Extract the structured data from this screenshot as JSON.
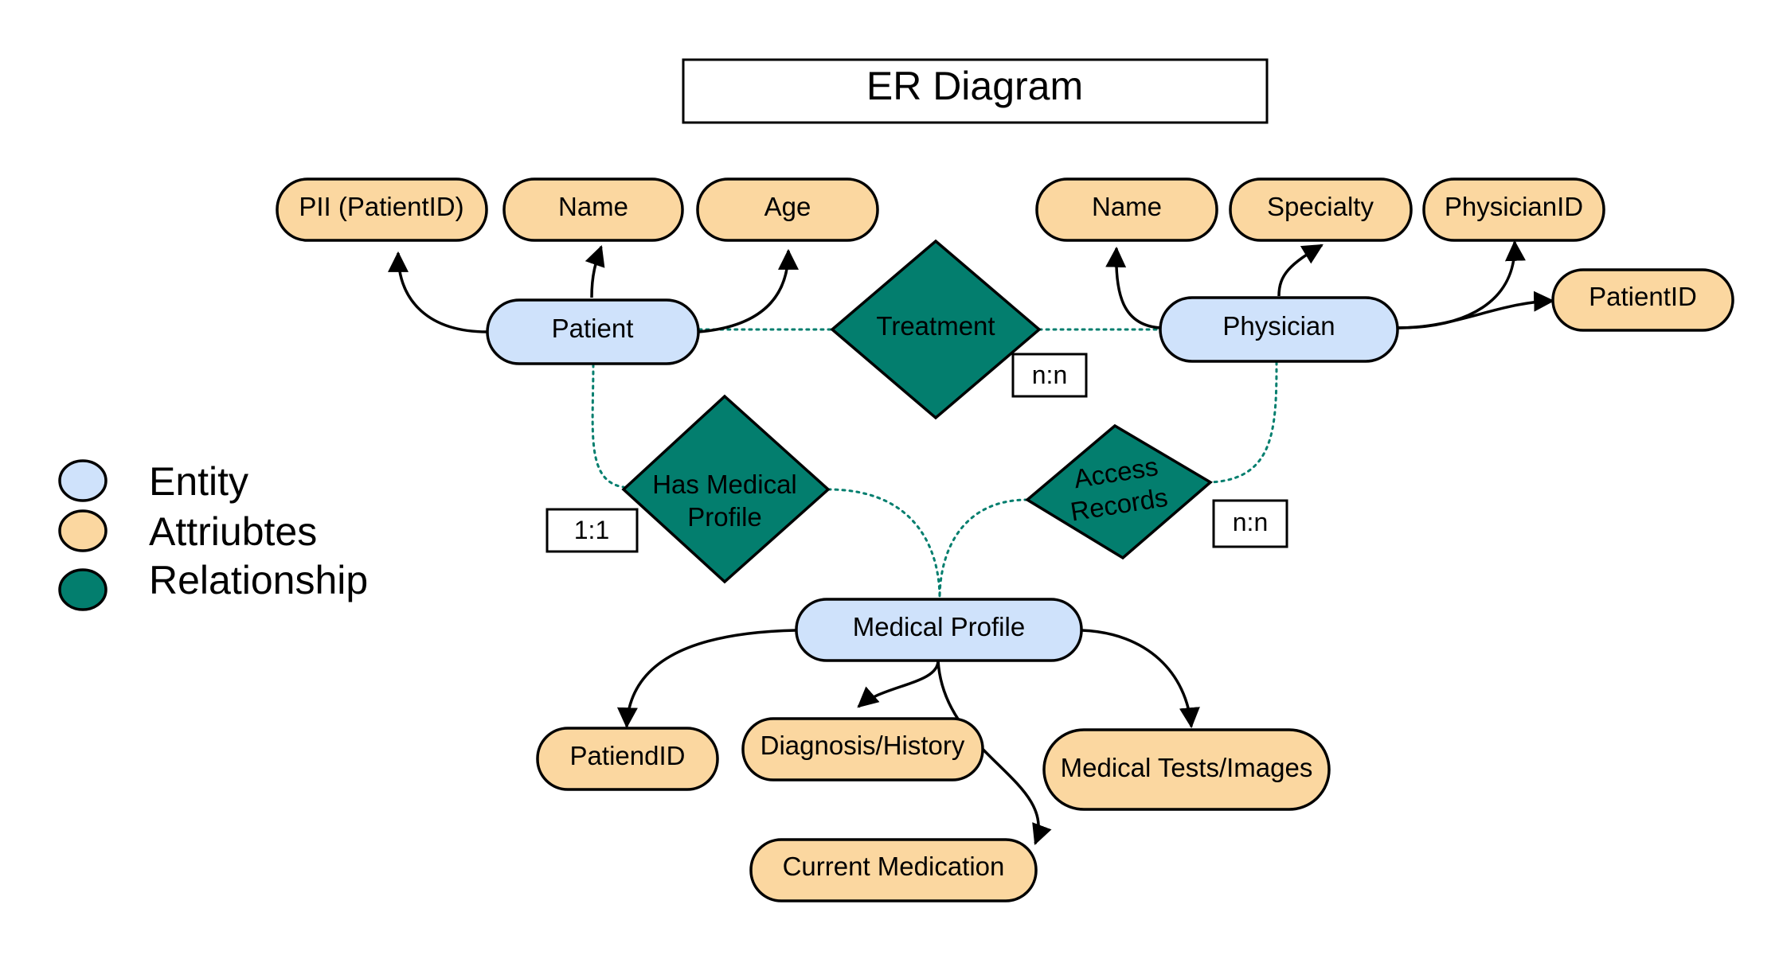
{
  "title": "ER Diagram",
  "colors": {
    "entity_fill": "#cfe2fb",
    "attribute_fill": "#fbd7a0",
    "relationship_fill": "#037e6e",
    "line": "#000000",
    "connector": "#037e6e"
  },
  "legend": [
    {
      "label": "Entity",
      "kind": "entity"
    },
    {
      "label": "Attriubtes",
      "kind": "attribute"
    },
    {
      "label": "Relationship",
      "kind": "relationship"
    }
  ],
  "entities": {
    "patient": "Patient",
    "physician": "Physician",
    "medical_profile": "Medical Profile"
  },
  "attributes": {
    "patient": [
      "PII (PatientID)",
      "Name",
      "Age"
    ],
    "physician": [
      "Name",
      "Specialty",
      "PhysicianID",
      "PatientID"
    ],
    "medical_profile": [
      "PatiendID",
      "Diagnosis/History",
      "Medical Tests/Images",
      "Current Medication"
    ]
  },
  "relationships": {
    "treatment": {
      "label": "Treatment",
      "cardinality": "n:n"
    },
    "has_medical_profile": {
      "label_line1": "Has Medical",
      "label_line2": "Profile",
      "cardinality": "1:1"
    },
    "access_records": {
      "label_line1": "Access",
      "label_line2": "Records",
      "cardinality": "n:n"
    }
  }
}
